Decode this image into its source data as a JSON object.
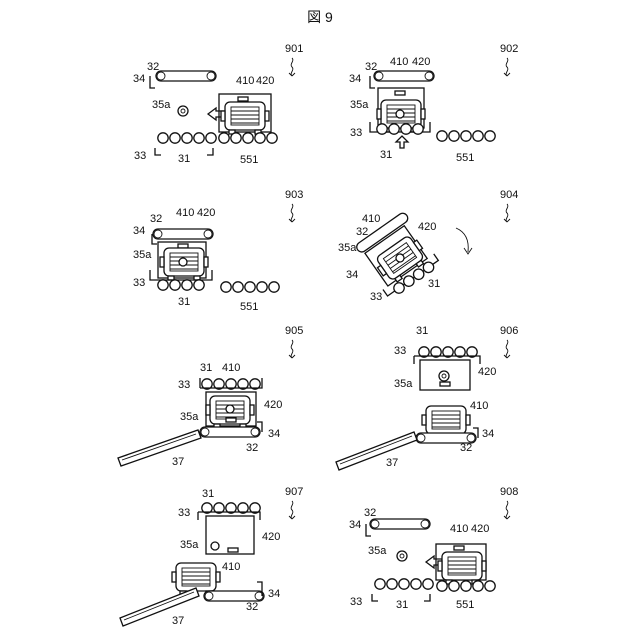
{
  "figure": {
    "title": "図 9"
  },
  "panels": [
    {
      "id": "901",
      "labels": [
        "32",
        "34",
        "35a",
        "410",
        "420",
        "33",
        "31",
        "551"
      ]
    },
    {
      "id": "902",
      "labels": [
        "32",
        "34",
        "35a",
        "410",
        "420",
        "33",
        "31",
        "551"
      ]
    },
    {
      "id": "903",
      "labels": [
        "32",
        "34",
        "35a",
        "410",
        "420",
        "33",
        "31",
        "551"
      ]
    },
    {
      "id": "904",
      "labels": [
        "410",
        "32",
        "420",
        "35a",
        "34",
        "33",
        "31"
      ]
    },
    {
      "id": "905",
      "labels": [
        "31",
        "410",
        "33",
        "35a",
        "420",
        "34",
        "32",
        "37"
      ]
    },
    {
      "id": "906",
      "labels": [
        "31",
        "33",
        "35a",
        "420",
        "410",
        "34",
        "32",
        "37"
      ]
    },
    {
      "id": "907",
      "labels": [
        "31",
        "33",
        "420",
        "35a",
        "410",
        "34",
        "32",
        "37"
      ]
    },
    {
      "id": "908",
      "labels": [
        "32",
        "34",
        "35a",
        "410",
        "420",
        "33",
        "31",
        "551"
      ]
    }
  ]
}
